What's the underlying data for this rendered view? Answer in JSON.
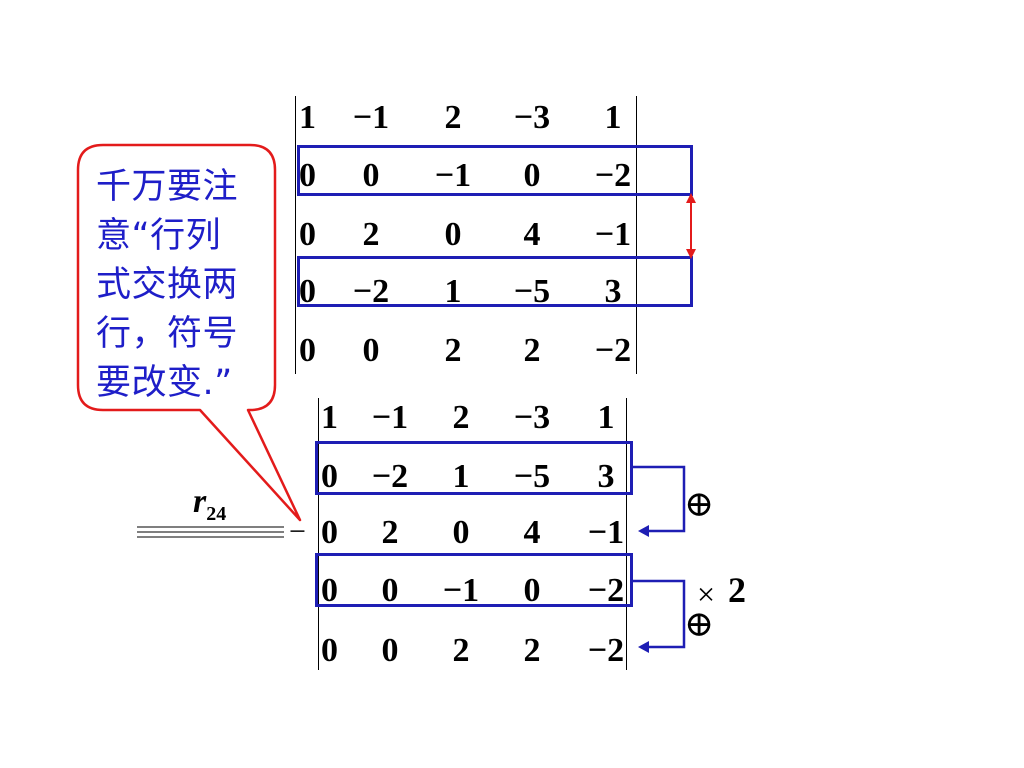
{
  "callout": {
    "lines": [
      "千万要注",
      "意“行列",
      "式交换两",
      "行，符号",
      "要改变.”"
    ]
  },
  "det_top": {
    "rows": [
      [
        "1",
        "−1",
        "2",
        "−3",
        "1"
      ],
      [
        "0",
        "0",
        "−1",
        "0",
        "−2"
      ],
      [
        "0",
        "2",
        "0",
        "4",
        "−1"
      ],
      [
        "0",
        "−2",
        "1",
        "−5",
        "3"
      ],
      [
        "0",
        "0",
        "2",
        "2",
        "−2"
      ]
    ]
  },
  "det_bottom": {
    "rows": [
      [
        "1",
        "−1",
        "2",
        "−3",
        "1"
      ],
      [
        "0",
        "−2",
        "1",
        "−5",
        "3"
      ],
      [
        "0",
        "2",
        "0",
        "4",
        "−1"
      ],
      [
        "0",
        "0",
        "−1",
        "0",
        "−2"
      ],
      [
        "0",
        "0",
        "2",
        "2",
        "−2"
      ]
    ]
  },
  "operation": {
    "label_main": "r",
    "label_sub": "24",
    "sign": "−"
  },
  "annotations": {
    "plus_1": "⊕",
    "plus_2": "⊕",
    "times": "×",
    "factor": "2"
  },
  "colors": {
    "box": "#1e1eb4",
    "callout_border": "#e31b1b",
    "callout_text": "#1e1ec8",
    "swap_arrow": "#e31b1b"
  }
}
